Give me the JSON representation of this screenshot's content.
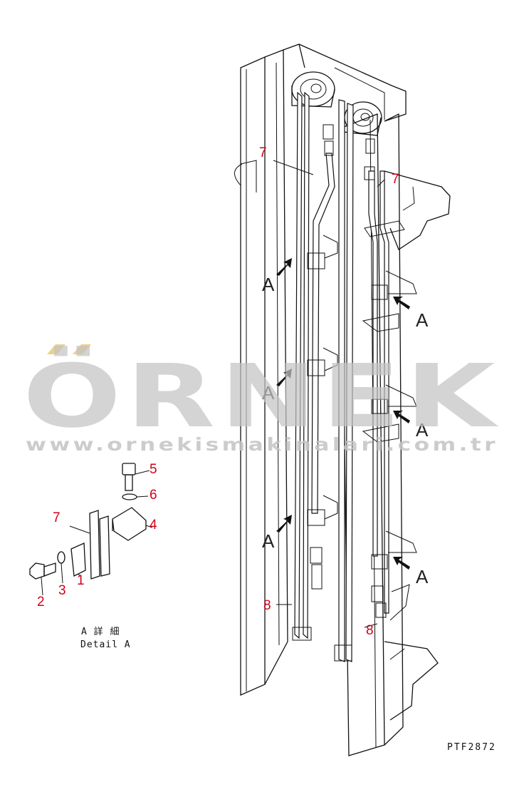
{
  "diagram": {
    "callouts": {
      "main_7_left": "7",
      "main_7_right": "7",
      "main_8_left": "8",
      "main_8_right": "8",
      "detail_5": "5",
      "detail_6": "6",
      "detail_7": "7",
      "detail_4": "4",
      "detail_2": "2",
      "detail_3": "3",
      "detail_1": "1"
    },
    "view_markers": [
      "A",
      "A",
      "A",
      "A",
      "A",
      "A"
    ],
    "detail_caption_jp": "A 詳 細",
    "detail_caption_en": "Detail A",
    "drawing_code": "PTF2872"
  },
  "watermark": {
    "brand": "ÖRNEK",
    "url": "www.ornekismakinalari.com.tr"
  },
  "colors": {
    "callout_red": "#d0021b",
    "line_black": "#111111",
    "watermark_gray": "#c4c4c4"
  }
}
